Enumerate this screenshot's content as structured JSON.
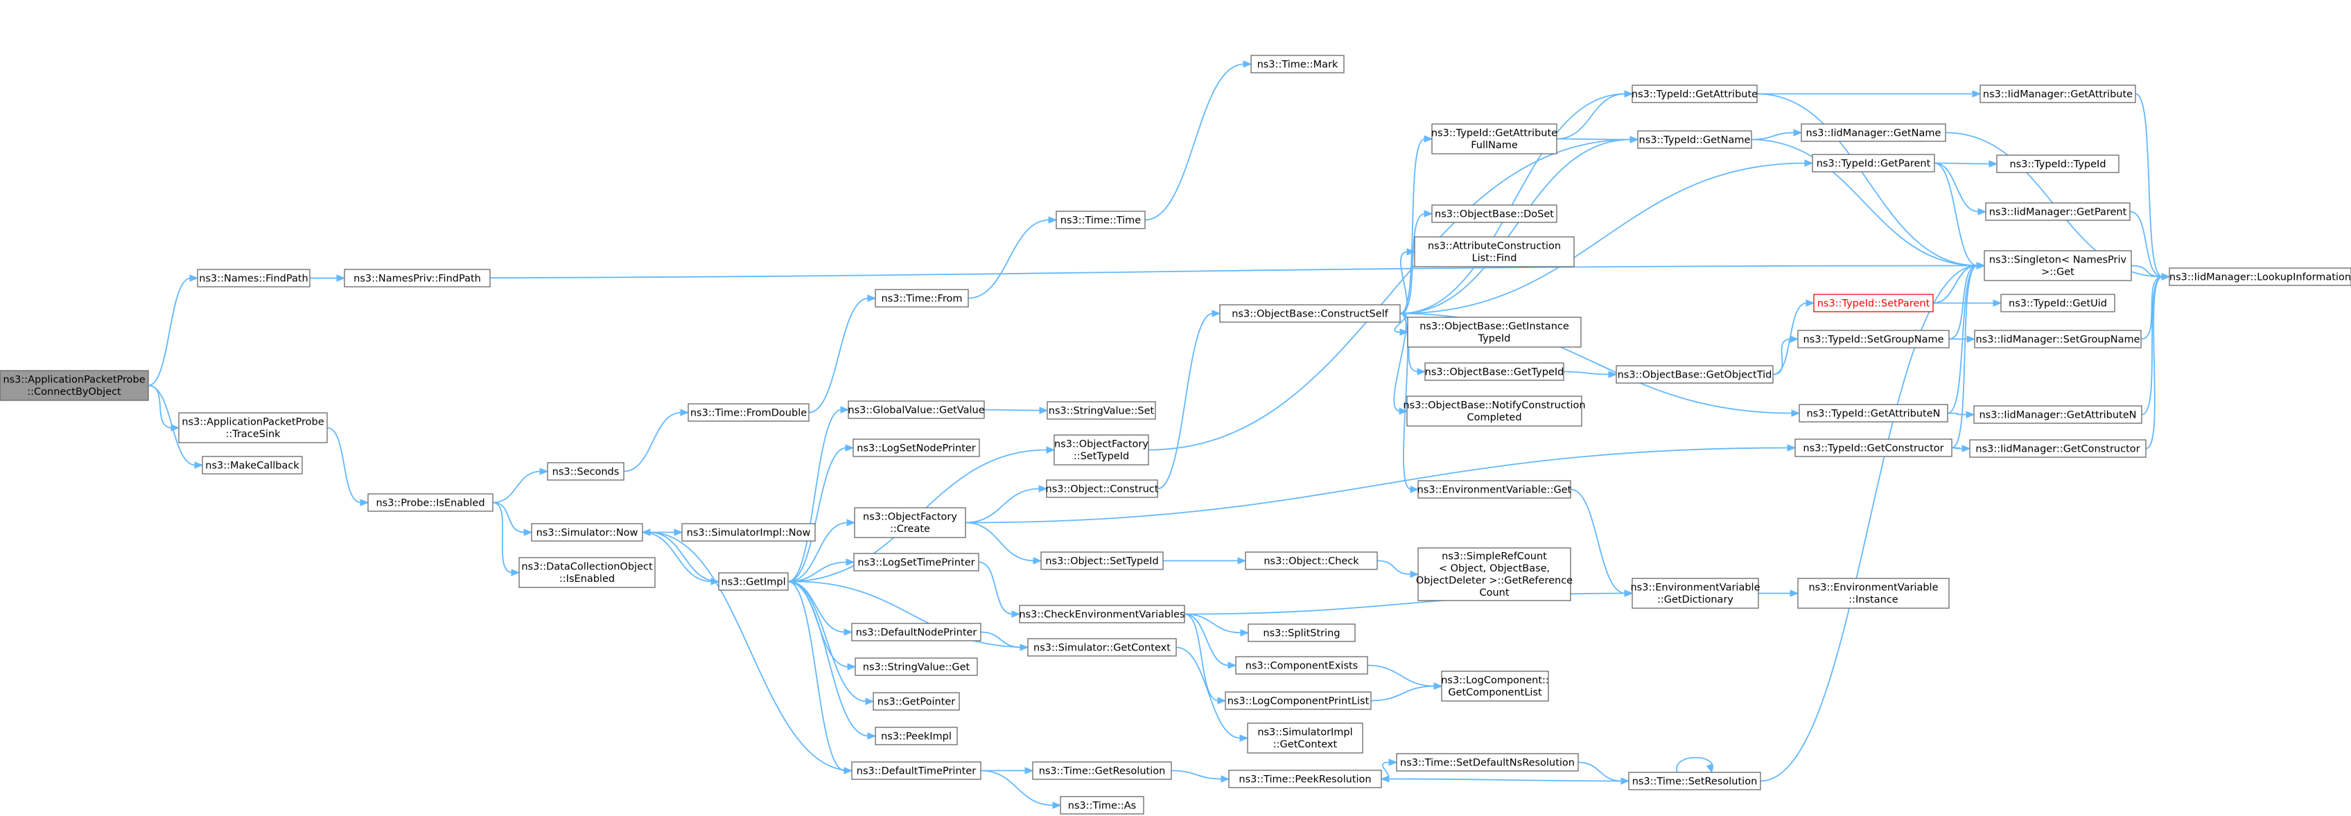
{
  "nodes": [
    {
      "id": "root",
      "lines": [
        "ns3::ApplicationPacketProbe",
        "::ConnectByObject"
      ],
      "root": true
    },
    {
      "id": "findpath",
      "lines": [
        "ns3::Names::FindPath"
      ]
    },
    {
      "id": "namesprivfindpath",
      "lines": [
        "ns3::NamesPriv::FindPath"
      ]
    },
    {
      "id": "tracesink",
      "lines": [
        "ns3::ApplicationPacketProbe",
        "::TraceSink"
      ]
    },
    {
      "id": "makecallback",
      "lines": [
        "ns3::MakeCallback"
      ]
    },
    {
      "id": "isenabled",
      "lines": [
        "ns3::Probe::IsEnabled"
      ]
    },
    {
      "id": "seconds",
      "lines": [
        "ns3::Seconds"
      ]
    },
    {
      "id": "simnow",
      "lines": [
        "ns3::Simulator::Now"
      ]
    },
    {
      "id": "dcoisenabled",
      "lines": [
        "ns3::DataCollectionObject",
        "::IsEnabled"
      ]
    },
    {
      "id": "fromdouble",
      "lines": [
        "ns3::Time::FromDouble"
      ]
    },
    {
      "id": "simimplnow",
      "lines": [
        "ns3::SimulatorImpl::Now"
      ]
    },
    {
      "id": "getimpl",
      "lines": [
        "ns3::GetImpl"
      ]
    },
    {
      "id": "timefrom",
      "lines": [
        "ns3::Time::From"
      ]
    },
    {
      "id": "timetime",
      "lines": [
        "ns3::Time::Time"
      ]
    },
    {
      "id": "timemark",
      "lines": [
        "ns3::Time::Mark"
      ]
    },
    {
      "id": "gvgetvalue",
      "lines": [
        "ns3::GlobalValue::GetValue"
      ]
    },
    {
      "id": "svset",
      "lines": [
        "ns3::StringValue::Set"
      ]
    },
    {
      "id": "logsetnodeprinter",
      "lines": [
        "ns3::LogSetNodePrinter"
      ]
    },
    {
      "id": "ofsettypeid",
      "lines": [
        "ns3::ObjectFactory",
        "::SetTypeId"
      ]
    },
    {
      "id": "ofcreate",
      "lines": [
        "ns3::ObjectFactory",
        "::Create"
      ]
    },
    {
      "id": "logsettimeprinter",
      "lines": [
        "ns3::LogSetTimePrinter"
      ]
    },
    {
      "id": "defaultnodeprinter",
      "lines": [
        "ns3::DefaultNodePrinter"
      ]
    },
    {
      "id": "svget",
      "lines": [
        "ns3::StringValue::Get"
      ]
    },
    {
      "id": "getpointer",
      "lines": [
        "ns3::GetPointer"
      ]
    },
    {
      "id": "peekimpl",
      "lines": [
        "ns3::PeekImpl"
      ]
    },
    {
      "id": "defaulttimeprinter",
      "lines": [
        "ns3::DefaultTimePrinter"
      ]
    },
    {
      "id": "objconstruct",
      "lines": [
        "ns3::Object::Construct"
      ]
    },
    {
      "id": "objsettypeid",
      "lines": [
        "ns3::Object::SetTypeId"
      ]
    },
    {
      "id": "checkenv",
      "lines": [
        "ns3::CheckEnvironmentVariables"
      ]
    },
    {
      "id": "simgetcontext",
      "lines": [
        "ns3::Simulator::GetContext"
      ]
    },
    {
      "id": "timegetres",
      "lines": [
        "ns3::Time::GetResolution"
      ]
    },
    {
      "id": "timeas",
      "lines": [
        "ns3::Time::As"
      ]
    },
    {
      "id": "constructself",
      "lines": [
        "ns3::ObjectBase::ConstructSelf"
      ]
    },
    {
      "id": "tidgetattrfull",
      "lines": [
        "ns3::TypeId::GetAttribute",
        "FullName"
      ]
    },
    {
      "id": "obdoset",
      "lines": [
        "ns3::ObjectBase::DoSet"
      ]
    },
    {
      "id": "acfind",
      "lines": [
        "ns3::AttributeConstruction",
        "List::Find"
      ]
    },
    {
      "id": "obgetinstance",
      "lines": [
        "ns3::ObjectBase::GetInstance",
        "TypeId"
      ]
    },
    {
      "id": "obgettypeid",
      "lines": [
        "ns3::ObjectBase::GetTypeId"
      ]
    },
    {
      "id": "obnotify",
      "lines": [
        "ns3::ObjectBase::NotifyConstruction",
        "Completed"
      ]
    },
    {
      "id": "envget",
      "lines": [
        "ns3::EnvironmentVariable::Get"
      ]
    },
    {
      "id": "objcheck",
      "lines": [
        "ns3::Object::Check"
      ]
    },
    {
      "id": "simplerefcount",
      "lines": [
        "ns3::SimpleRefCount",
        "< Object, ObjectBase,",
        "ObjectDeleter >::GetReference",
        "Count"
      ]
    },
    {
      "id": "splitstring",
      "lines": [
        "ns3::SplitString"
      ]
    },
    {
      "id": "componentexists",
      "lines": [
        "ns3::ComponentExists"
      ]
    },
    {
      "id": "logcompprintlist",
      "lines": [
        "ns3::LogComponentPrintList"
      ]
    },
    {
      "id": "simimplgetcontext",
      "lines": [
        "ns3::SimulatorImpl",
        "::GetContext"
      ]
    },
    {
      "id": "peekres",
      "lines": [
        "ns3::Time::PeekResolution"
      ]
    },
    {
      "id": "tidgetattr",
      "lines": [
        "ns3::TypeId::GetAttribute"
      ]
    },
    {
      "id": "tidgetname",
      "lines": [
        "ns3::TypeId::GetName"
      ]
    },
    {
      "id": "obgetobjecttid",
      "lines": [
        "ns3::ObjectBase::GetObjectTid"
      ]
    },
    {
      "id": "envgetdict",
      "lines": [
        "ns3::EnvironmentVariable",
        "::GetDictionary"
      ]
    },
    {
      "id": "lcgetcomplist",
      "lines": [
        "ns3::LogComponent::",
        "GetComponentList"
      ]
    },
    {
      "id": "setdefaultns",
      "lines": [
        "ns3::Time::SetDefaultNsResolution"
      ]
    },
    {
      "id": "setres",
      "lines": [
        "ns3::Time::SetResolution"
      ]
    },
    {
      "id": "tidgetparent",
      "lines": [
        "ns3::TypeId::GetParent"
      ]
    },
    {
      "id": "tidsetparent",
      "lines": [
        "ns3::TypeId::SetParent"
      ],
      "highlight": true
    },
    {
      "id": "tidsetgroupname",
      "lines": [
        "ns3::TypeId::SetGroupName"
      ]
    },
    {
      "id": "tidgetattrn",
      "lines": [
        "ns3::TypeId::GetAttributeN"
      ]
    },
    {
      "id": "tidgetconstructor",
      "lines": [
        "ns3::TypeId::GetConstructor"
      ]
    },
    {
      "id": "envinstance",
      "lines": [
        "ns3::EnvironmentVariable",
        "::Instance"
      ]
    },
    {
      "id": "iidgetattr",
      "lines": [
        "ns3::IidManager::GetAttribute"
      ]
    },
    {
      "id": "iidgetname",
      "lines": [
        "ns3::IidManager::GetName"
      ]
    },
    {
      "id": "tidtypeid",
      "lines": [
        "ns3::TypeId::TypeId"
      ]
    },
    {
      "id": "iidgetparent",
      "lines": [
        "ns3::IidManager::GetParent"
      ]
    },
    {
      "id": "singletonget",
      "lines": [
        "ns3::Singleton< NamesPriv",
        ">::Get"
      ]
    },
    {
      "id": "tidgetuid",
      "lines": [
        "ns3::TypeId::GetUid"
      ]
    },
    {
      "id": "iidsetgroupname",
      "lines": [
        "ns3::IidManager::SetGroupName"
      ]
    },
    {
      "id": "iidgetattrn",
      "lines": [
        "ns3::IidManager::GetAttributeN"
      ]
    },
    {
      "id": "iidgetconstructor",
      "lines": [
        "ns3::IidManager::GetConstructor"
      ]
    },
    {
      "id": "iidlookup",
      "lines": [
        "ns3::IidManager::LookupInformation"
      ]
    }
  ],
  "edges": [
    [
      "root",
      "findpath"
    ],
    [
      "root",
      "tracesink"
    ],
    [
      "root",
      "makecallback"
    ],
    [
      "findpath",
      "namesprivfindpath"
    ],
    [
      "findpath",
      "singletonget"
    ],
    [
      "tracesink",
      "isenabled"
    ],
    [
      "isenabled",
      "seconds"
    ],
    [
      "isenabled",
      "simnow"
    ],
    [
      "isenabled",
      "dcoisenabled"
    ],
    [
      "seconds",
      "fromdouble"
    ],
    [
      "fromdouble",
      "timefrom"
    ],
    [
      "timefrom",
      "timetime"
    ],
    [
      "timetime",
      "timemark"
    ],
    [
      "simnow",
      "simimplnow"
    ],
    [
      "simnow",
      "getimpl"
    ],
    [
      "getimpl",
      "gvgetvalue"
    ],
    [
      "getimpl",
      "logsetnodeprinter"
    ],
    [
      "getimpl",
      "ofsettypeid"
    ],
    [
      "getimpl",
      "ofcreate"
    ],
    [
      "getimpl",
      "logsettimeprinter"
    ],
    [
      "getimpl",
      "defaultnodeprinter"
    ],
    [
      "getimpl",
      "svget"
    ],
    [
      "getimpl",
      "getpointer"
    ],
    [
      "getimpl",
      "peekimpl"
    ],
    [
      "getimpl",
      "defaulttimeprinter"
    ],
    [
      "getimpl",
      "simnow"
    ],
    [
      "gvgetvalue",
      "svset"
    ],
    [
      "ofsettypeid",
      "tidgetname"
    ],
    [
      "ofcreate",
      "objconstruct"
    ],
    [
      "ofcreate",
      "objsettypeid"
    ],
    [
      "ofcreate",
      "tidgetconstructor"
    ],
    [
      "logsettimeprinter",
      "checkenv"
    ],
    [
      "defaultnodeprinter",
      "simgetcontext"
    ],
    [
      "simgetcontext",
      "simimplgetcontext"
    ],
    [
      "simgetcontext",
      "getimpl"
    ],
    [
      "defaulttimeprinter",
      "timegetres"
    ],
    [
      "defaulttimeprinter",
      "timeas"
    ],
    [
      "defaulttimeprinter",
      "simnow"
    ],
    [
      "timegetres",
      "peekres"
    ],
    [
      "objconstruct",
      "constructself"
    ],
    [
      "objsettypeid",
      "objcheck"
    ],
    [
      "objcheck",
      "simplerefcount"
    ],
    [
      "checkenv",
      "envgetdict"
    ],
    [
      "checkenv",
      "splitstring"
    ],
    [
      "checkenv",
      "componentexists"
    ],
    [
      "checkenv",
      "logcompprintlist"
    ],
    [
      "componentexists",
      "lcgetcomplist"
    ],
    [
      "logcompprintlist",
      "lcgetcomplist"
    ],
    [
      "constructself",
      "tidgetattrfull"
    ],
    [
      "constructself",
      "tidgetattr"
    ],
    [
      "constructself",
      "tidgetname"
    ],
    [
      "constructself",
      "obdoset"
    ],
    [
      "constructself",
      "acfind"
    ],
    [
      "constructself",
      "obgetinstance"
    ],
    [
      "constructself",
      "obgettypeid"
    ],
    [
      "constructself",
      "obnotify"
    ],
    [
      "constructself",
      "envget"
    ],
    [
      "constructself",
      "tidgetparent"
    ],
    [
      "constructself",
      "tidgetattrn"
    ],
    [
      "tidgetattrfull",
      "tidgetattr"
    ],
    [
      "tidgetattrfull",
      "tidgetname"
    ],
    [
      "obgettypeid",
      "obgetobjecttid"
    ],
    [
      "obgetobjecttid",
      "tidsetparent"
    ],
    [
      "obgetobjecttid",
      "tidsetgroupname"
    ],
    [
      "envget",
      "envgetdict"
    ],
    [
      "envgetdict",
      "envinstance"
    ],
    [
      "peekres",
      "setdefaultns"
    ],
    [
      "setdefaultns",
      "setres"
    ],
    [
      "setres",
      "peekres"
    ],
    [
      "setres",
      "setres"
    ],
    [
      "setres",
      "singletonget"
    ],
    [
      "tidgetattr",
      "iidgetattr"
    ],
    [
      "tidgetattr",
      "singletonget"
    ],
    [
      "tidgetname",
      "iidgetname"
    ],
    [
      "tidgetname",
      "singletonget"
    ],
    [
      "tidgetparent",
      "tidtypeid"
    ],
    [
      "tidgetparent",
      "iidgetparent"
    ],
    [
      "tidgetparent",
      "singletonget"
    ],
    [
      "tidsetparent",
      "tidgetuid"
    ],
    [
      "tidsetparent",
      "singletonget"
    ],
    [
      "tidsetgroupname",
      "iidsetgroupname"
    ],
    [
      "tidsetgroupname",
      "singletonget"
    ],
    [
      "tidgetattrn",
      "iidgetattrn"
    ],
    [
      "tidgetattrn",
      "singletonget"
    ],
    [
      "tidgetconstructor",
      "iidgetconstructor"
    ],
    [
      "tidgetconstructor",
      "singletonget"
    ],
    [
      "iidgetattr",
      "iidlookup"
    ],
    [
      "iidgetname",
      "iidlookup"
    ],
    [
      "iidgetparent",
      "iidlookup"
    ],
    [
      "iidsetgroupname",
      "iidlookup"
    ],
    [
      "iidgetattrn",
      "iidlookup"
    ],
    [
      "iidgetconstructor",
      "iidlookup"
    ],
    [
      "singletonget",
      "iidlookup"
    ]
  ]
}
